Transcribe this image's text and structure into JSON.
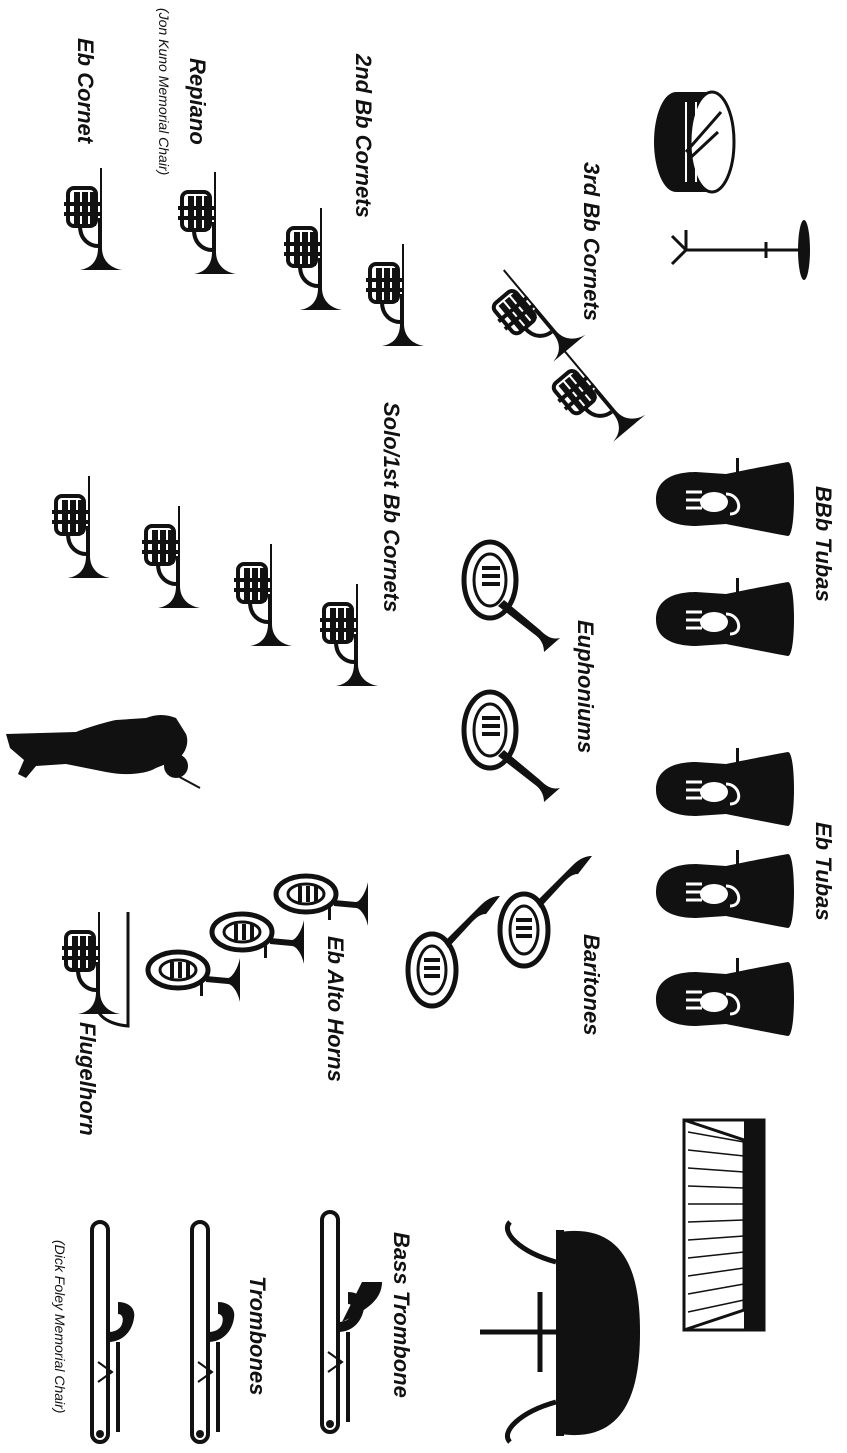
{
  "title": "",
  "labels": {
    "eb_cornet": "Eb Cornet",
    "repiano": "Repiano",
    "repiano_note": "(Jon Kuno Memorial Chair)",
    "second_cornets": "2nd Bb Cornets",
    "third_cornets": "3rd Bb Cornets",
    "solo_cornets": "Solo/1st Bb Cornets",
    "bbb_tubas": "BBb Tubas",
    "euphoniums": "Euphoniums",
    "eb_tubas": "Eb Tubas",
    "baritones": "Baritones",
    "eb_alto_horns": "Eb Alto Horns",
    "flugelhorn": "Flugelhorn",
    "bass_trombone": "Bass Trombone",
    "trombones": "Trombones",
    "trombone_note": "(Dick Foley Memorial Chair)"
  },
  "icons": {
    "cornet": "cornet-icon",
    "flugelhorn": "flugelhorn-icon",
    "alto_horn": "alto-horn-icon",
    "baritone": "baritone-icon",
    "euphonium": "euphonium-icon",
    "tuba": "tuba-icon",
    "trombone": "trombone-icon",
    "bass_trombone": "bass-trombone-icon",
    "snare_drum": "snare-drum-icon",
    "cymbal": "cymbal-icon",
    "timpani": "timpani-icon",
    "glockenspiel": "glockenspiel-icon",
    "conductor": "conductor-icon"
  },
  "colors": {
    "ink": "#111111",
    "paper": "#ffffff"
  }
}
